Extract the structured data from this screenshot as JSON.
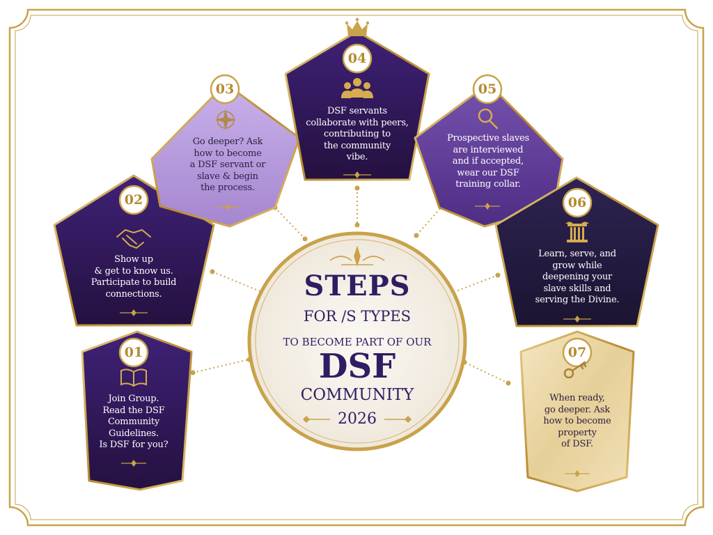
{
  "title": {
    "line1": "STEPS",
    "line2": "FOR /S TYPES",
    "line3": "TO BECOME PART OF OUR",
    "line4": "DSF",
    "line5": "COMMUNITY",
    "year": "2026"
  },
  "steps": [
    {
      "number": "01",
      "icon": "open-book-icon",
      "text": "Join Group.\nRead the DSF\nCommunity\nGuidelines.\nIs DSF for you?"
    },
    {
      "number": "02",
      "icon": "handshake-icon",
      "text": "Show up\n& get to know us.\nParticipate to build\nconnections."
    },
    {
      "number": "03",
      "icon": "compass-icon",
      "text": "Go deeper? Ask\nhow to become\na DSF servant or\nslave & begin\nthe process."
    },
    {
      "number": "04",
      "icon": "group-icon",
      "text": "DSF servants\ncollaborate with peers,\ncontributing to\nthe community\nvibe."
    },
    {
      "number": "05",
      "icon": "magnifier-icon",
      "text": "Prospective slaves\nare interviewed\nand if accepted,\nwear our DSF\ntraining collar."
    },
    {
      "number": "06",
      "icon": "pillar-icon",
      "text": "Learn, serve, and\ngrow while\ndeepening your\nslave skills and\nserving the Divine."
    },
    {
      "number": "07",
      "icon": "key-icon",
      "text": "When ready,\ngo deeper.  Ask\nhow to become\nproperty\nof DSF."
    }
  ],
  "colors": {
    "gold": "#c9a24a",
    "deep_purple": "#2e1558",
    "mid_purple": "#5b3a92",
    "lavender": "#b79ad9",
    "navy_purple": "#22183f",
    "champagne": "#e8d39f"
  }
}
